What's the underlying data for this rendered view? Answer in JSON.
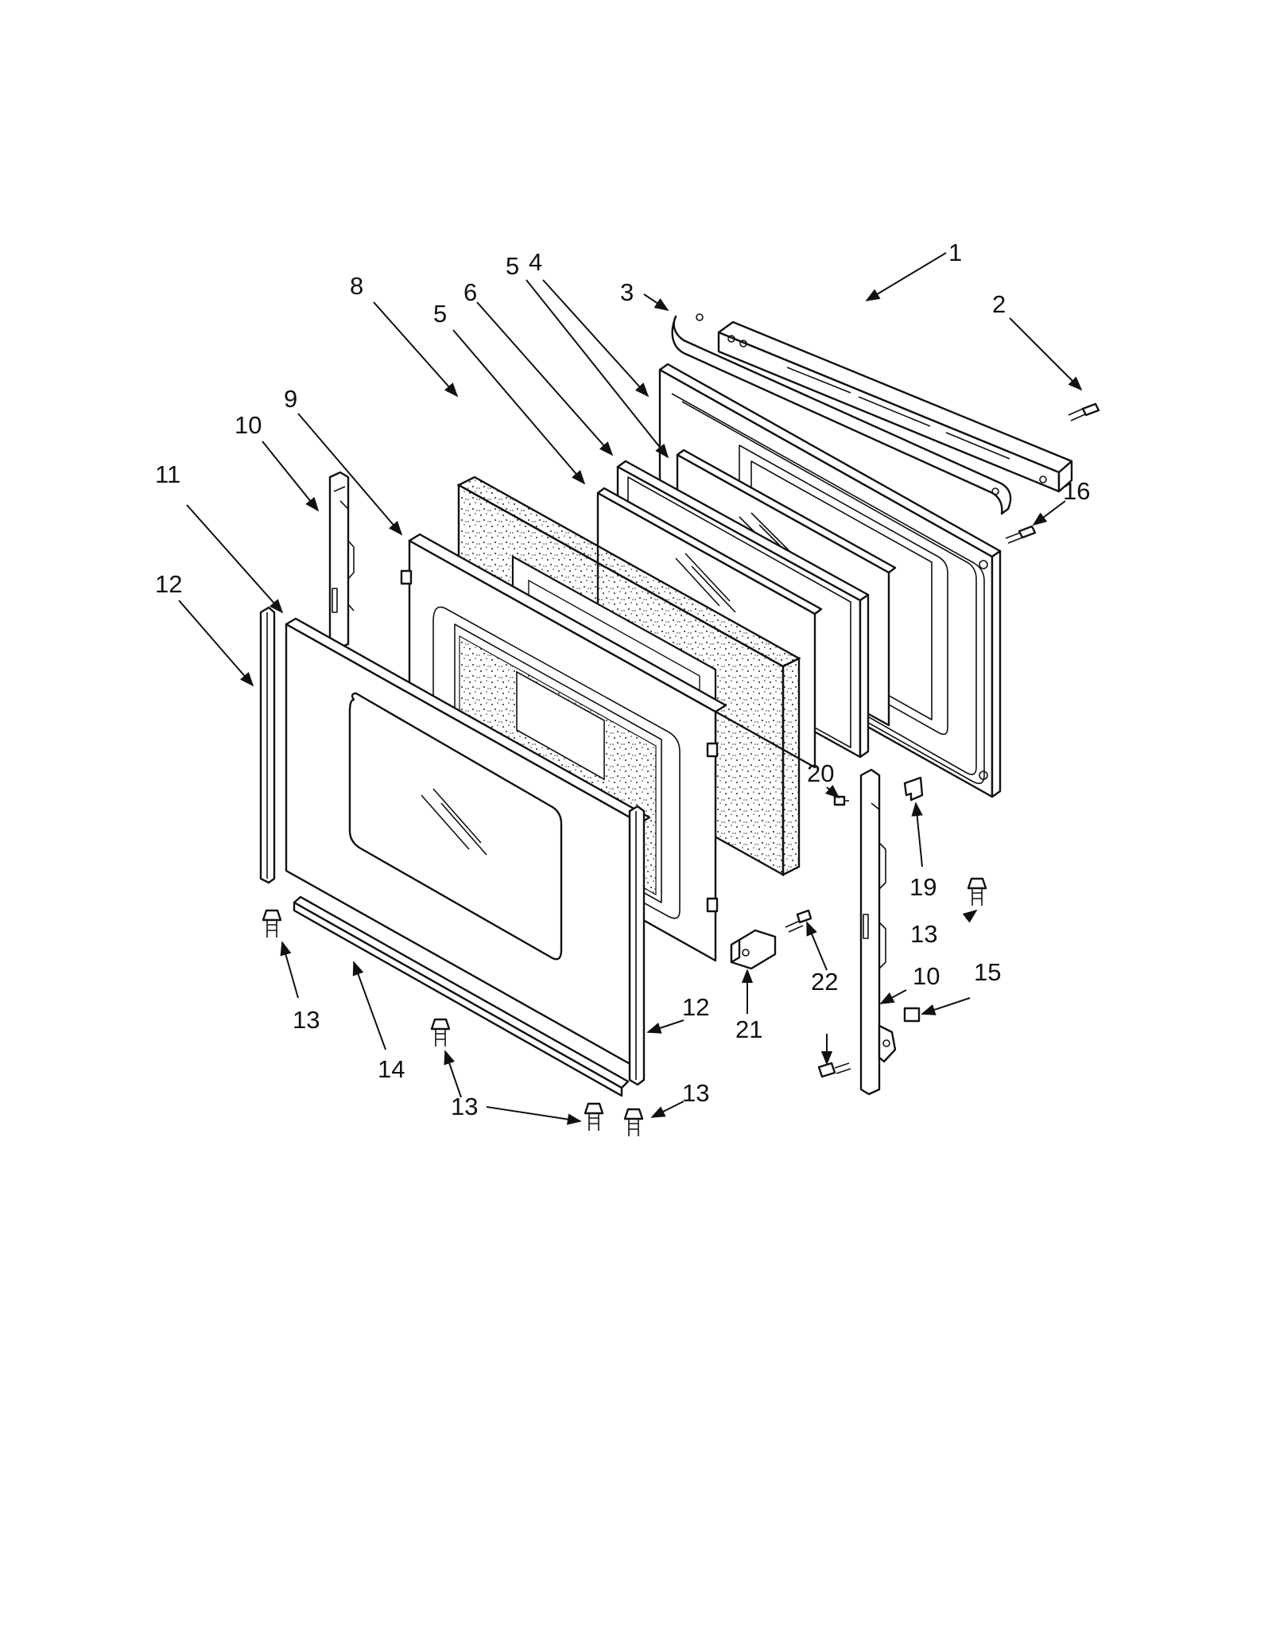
{
  "callouts": {
    "c1": "1",
    "c2": "2",
    "c3": "3",
    "c4": "4",
    "c5a": "5",
    "c5b": "5",
    "c6": "6",
    "c8": "8",
    "c9": "9",
    "c10a": "10",
    "c10b": "10",
    "c11": "11",
    "c12a": "12",
    "c12b": "12",
    "c13a": "13",
    "c13b": "13",
    "c13c": "13",
    "c13d": "13",
    "c14": "14",
    "c15": "15",
    "c16": "16",
    "c19": "19",
    "c20": "20",
    "c21": "21",
    "c22": "22"
  }
}
